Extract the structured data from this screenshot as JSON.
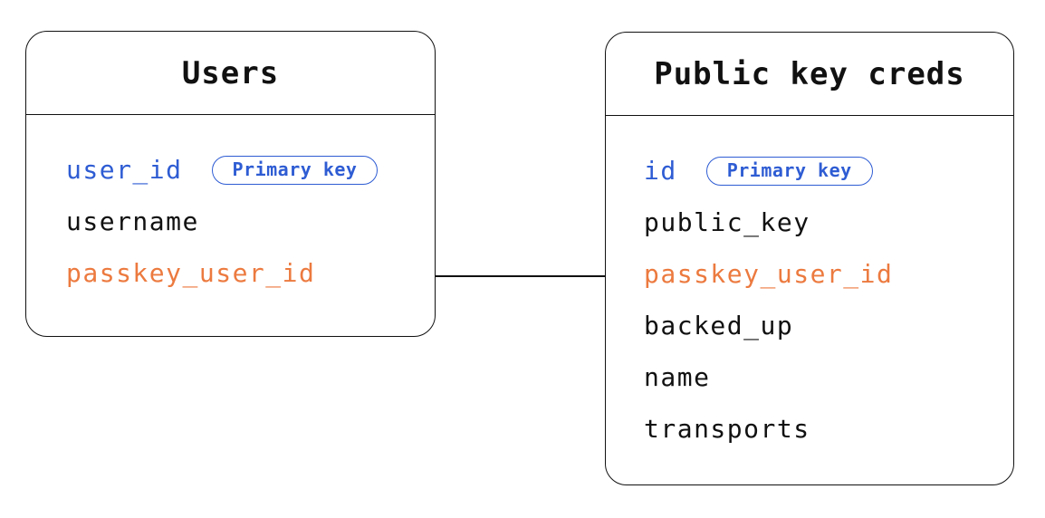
{
  "diagram": {
    "type": "entity-relationship",
    "tables": [
      {
        "title": "Users",
        "fields": [
          {
            "label": "user_id",
            "role": "primary-key",
            "badge": "Primary key"
          },
          {
            "label": "username",
            "role": "default"
          },
          {
            "label": "passkey_user_id",
            "role": "highlight"
          }
        ]
      },
      {
        "title": "Public key creds",
        "fields": [
          {
            "label": "id",
            "role": "primary-key",
            "badge": "Primary key"
          },
          {
            "label": "public_key",
            "role": "default"
          },
          {
            "label": "passkey_user_id",
            "role": "highlight"
          },
          {
            "label": "backed_up",
            "role": "default"
          },
          {
            "label": "name",
            "role": "default"
          },
          {
            "label": "transports",
            "role": "default"
          }
        ]
      }
    ],
    "connector": {
      "from_table": "Users",
      "from_field": "passkey_user_id",
      "to_table": "Public key creds",
      "to_field": "passkey_user_id"
    },
    "colors": {
      "primary_key_blue": "#2E5CD3",
      "highlight_orange": "#EC7A3F",
      "stroke": "#111111",
      "background": "#FFFFFF"
    }
  }
}
